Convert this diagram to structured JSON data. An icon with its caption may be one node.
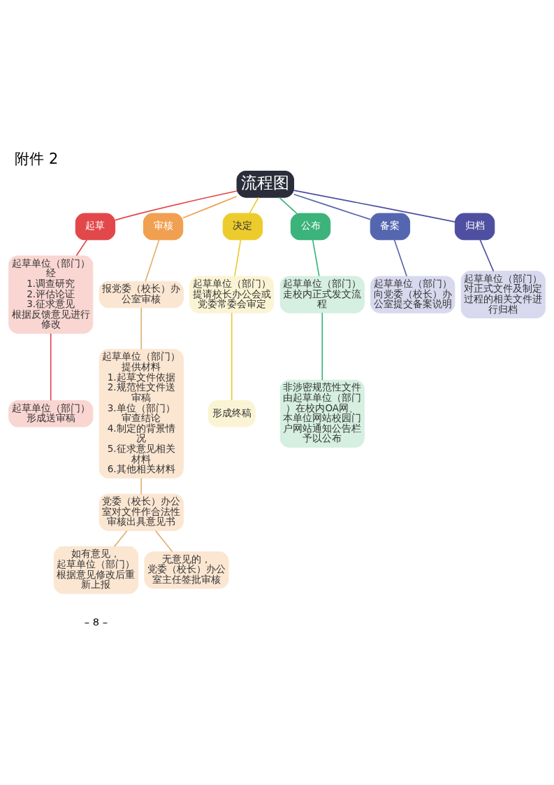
{
  "diagram": {
    "title": "附件 2",
    "nodes": [
      {
        "text": [
          "流程图"
        ]
      },
      {
        "text": [
          "起草"
        ]
      },
      {
        "text": [
          "起草单位（部门）经",
          "1.调查研究",
          "2.评估论证",
          "3.征求意见",
          "根据反馈意见进行修改"
        ]
      },
      {
        "text": [
          "起草单位（部门）形成送审稿"
        ]
      },
      {
        "text": [
          "审核"
        ]
      },
      {
        "text": [
          "报党委（校长）办公室审核"
        ]
      },
      {
        "text": [
          "起草单位（部门）提供材料",
          "1.起草文件依据",
          "2.规范性文件送审稿",
          "3.单位（部门）审查结论",
          "4.制定的背景情况",
          "5.征求意见相关材料",
          "6.其他相关材料"
        ]
      },
      {
        "text": [
          "党委（校长）办公室对文件作合法性审核出具意见书"
        ]
      },
      {
        "text": [
          "如有意见，",
          "起草单位（部门）根据意见修改后重新上报"
        ]
      },
      {
        "text": [
          "无意见的，",
          "党委（校长）办公室主任签批审核"
        ]
      },
      {
        "text": [
          "决定"
        ]
      },
      {
        "text": [
          "起草单位（部门）提请校长办公会或党委常委会审定"
        ]
      },
      {
        "text": [
          "形成终稿"
        ]
      },
      {
        "text": [
          "公布"
        ]
      },
      {
        "text": [
          "起草单位（部门）走校内正式发文流程"
        ]
      },
      {
        "text": [
          "非涉密规范性文件由起草单位（部门）在校内OA网、本单位网站校园门户网站通知公告栏予以公布"
        ]
      },
      {
        "text": [
          "备案"
        ]
      },
      {
        "text": [
          "起草单位（部门）向党委（校长）办公室提交备案说明"
        ]
      },
      {
        "text": [
          "归档"
        ]
      },
      {
        "text": [
          "起草单位（部门）对正式文件及制定过程的相关文件进行归档"
        ]
      }
    ],
    "edges": [
      {
        "from": 0,
        "to": 1,
        "arrow": "none",
        "color": "#e2474a"
      },
      {
        "from": 1,
        "to": 2,
        "arrow": "none",
        "color": "#e2474a"
      },
      {
        "from": 2,
        "to": 3,
        "arrow": "none",
        "color": "#e2474a"
      },
      {
        "from": 0,
        "to": 4,
        "arrow": "none",
        "color": "#f0a050"
      },
      {
        "from": 4,
        "to": 5,
        "arrow": "none",
        "color": "#e0b070"
      },
      {
        "from": 5,
        "to": 6,
        "arrow": "none",
        "color": "#e0b070"
      },
      {
        "from": 6,
        "to": 7,
        "arrow": "none",
        "color": "#e0b070"
      },
      {
        "from": 7,
        "to": 8,
        "arrow": "none",
        "color": "#e0b070"
      },
      {
        "from": 7,
        "to": 9,
        "arrow": "none",
        "color": "#e0b070"
      },
      {
        "from": 0,
        "to": 10,
        "arrow": "none",
        "color": "#eccb2c"
      },
      {
        "from": 10,
        "to": 11,
        "arrow": "none",
        "color": "#eccb2c"
      },
      {
        "from": 11,
        "to": 12,
        "arrow": "none",
        "color": "#eccb2c"
      },
      {
        "from": 0,
        "to": 13,
        "arrow": "none",
        "color": "#3bb37a"
      },
      {
        "from": 13,
        "to": 14,
        "arrow": "none",
        "color": "#3bb37a"
      },
      {
        "from": 14,
        "to": 15,
        "arrow": "none",
        "color": "#3bb37a"
      },
      {
        "from": 0,
        "to": 16,
        "arrow": "none",
        "color": "#5566b0"
      },
      {
        "from": 16,
        "to": 17,
        "arrow": "none",
        "color": "#5566b0"
      },
      {
        "from": 0,
        "to": 18,
        "arrow": "none",
        "color": "#4e4fa0"
      },
      {
        "from": 18,
        "to": 19,
        "arrow": "none",
        "color": "#4e4fa0"
      }
    ],
    "labels": [
      "– 8 –"
    ]
  }
}
